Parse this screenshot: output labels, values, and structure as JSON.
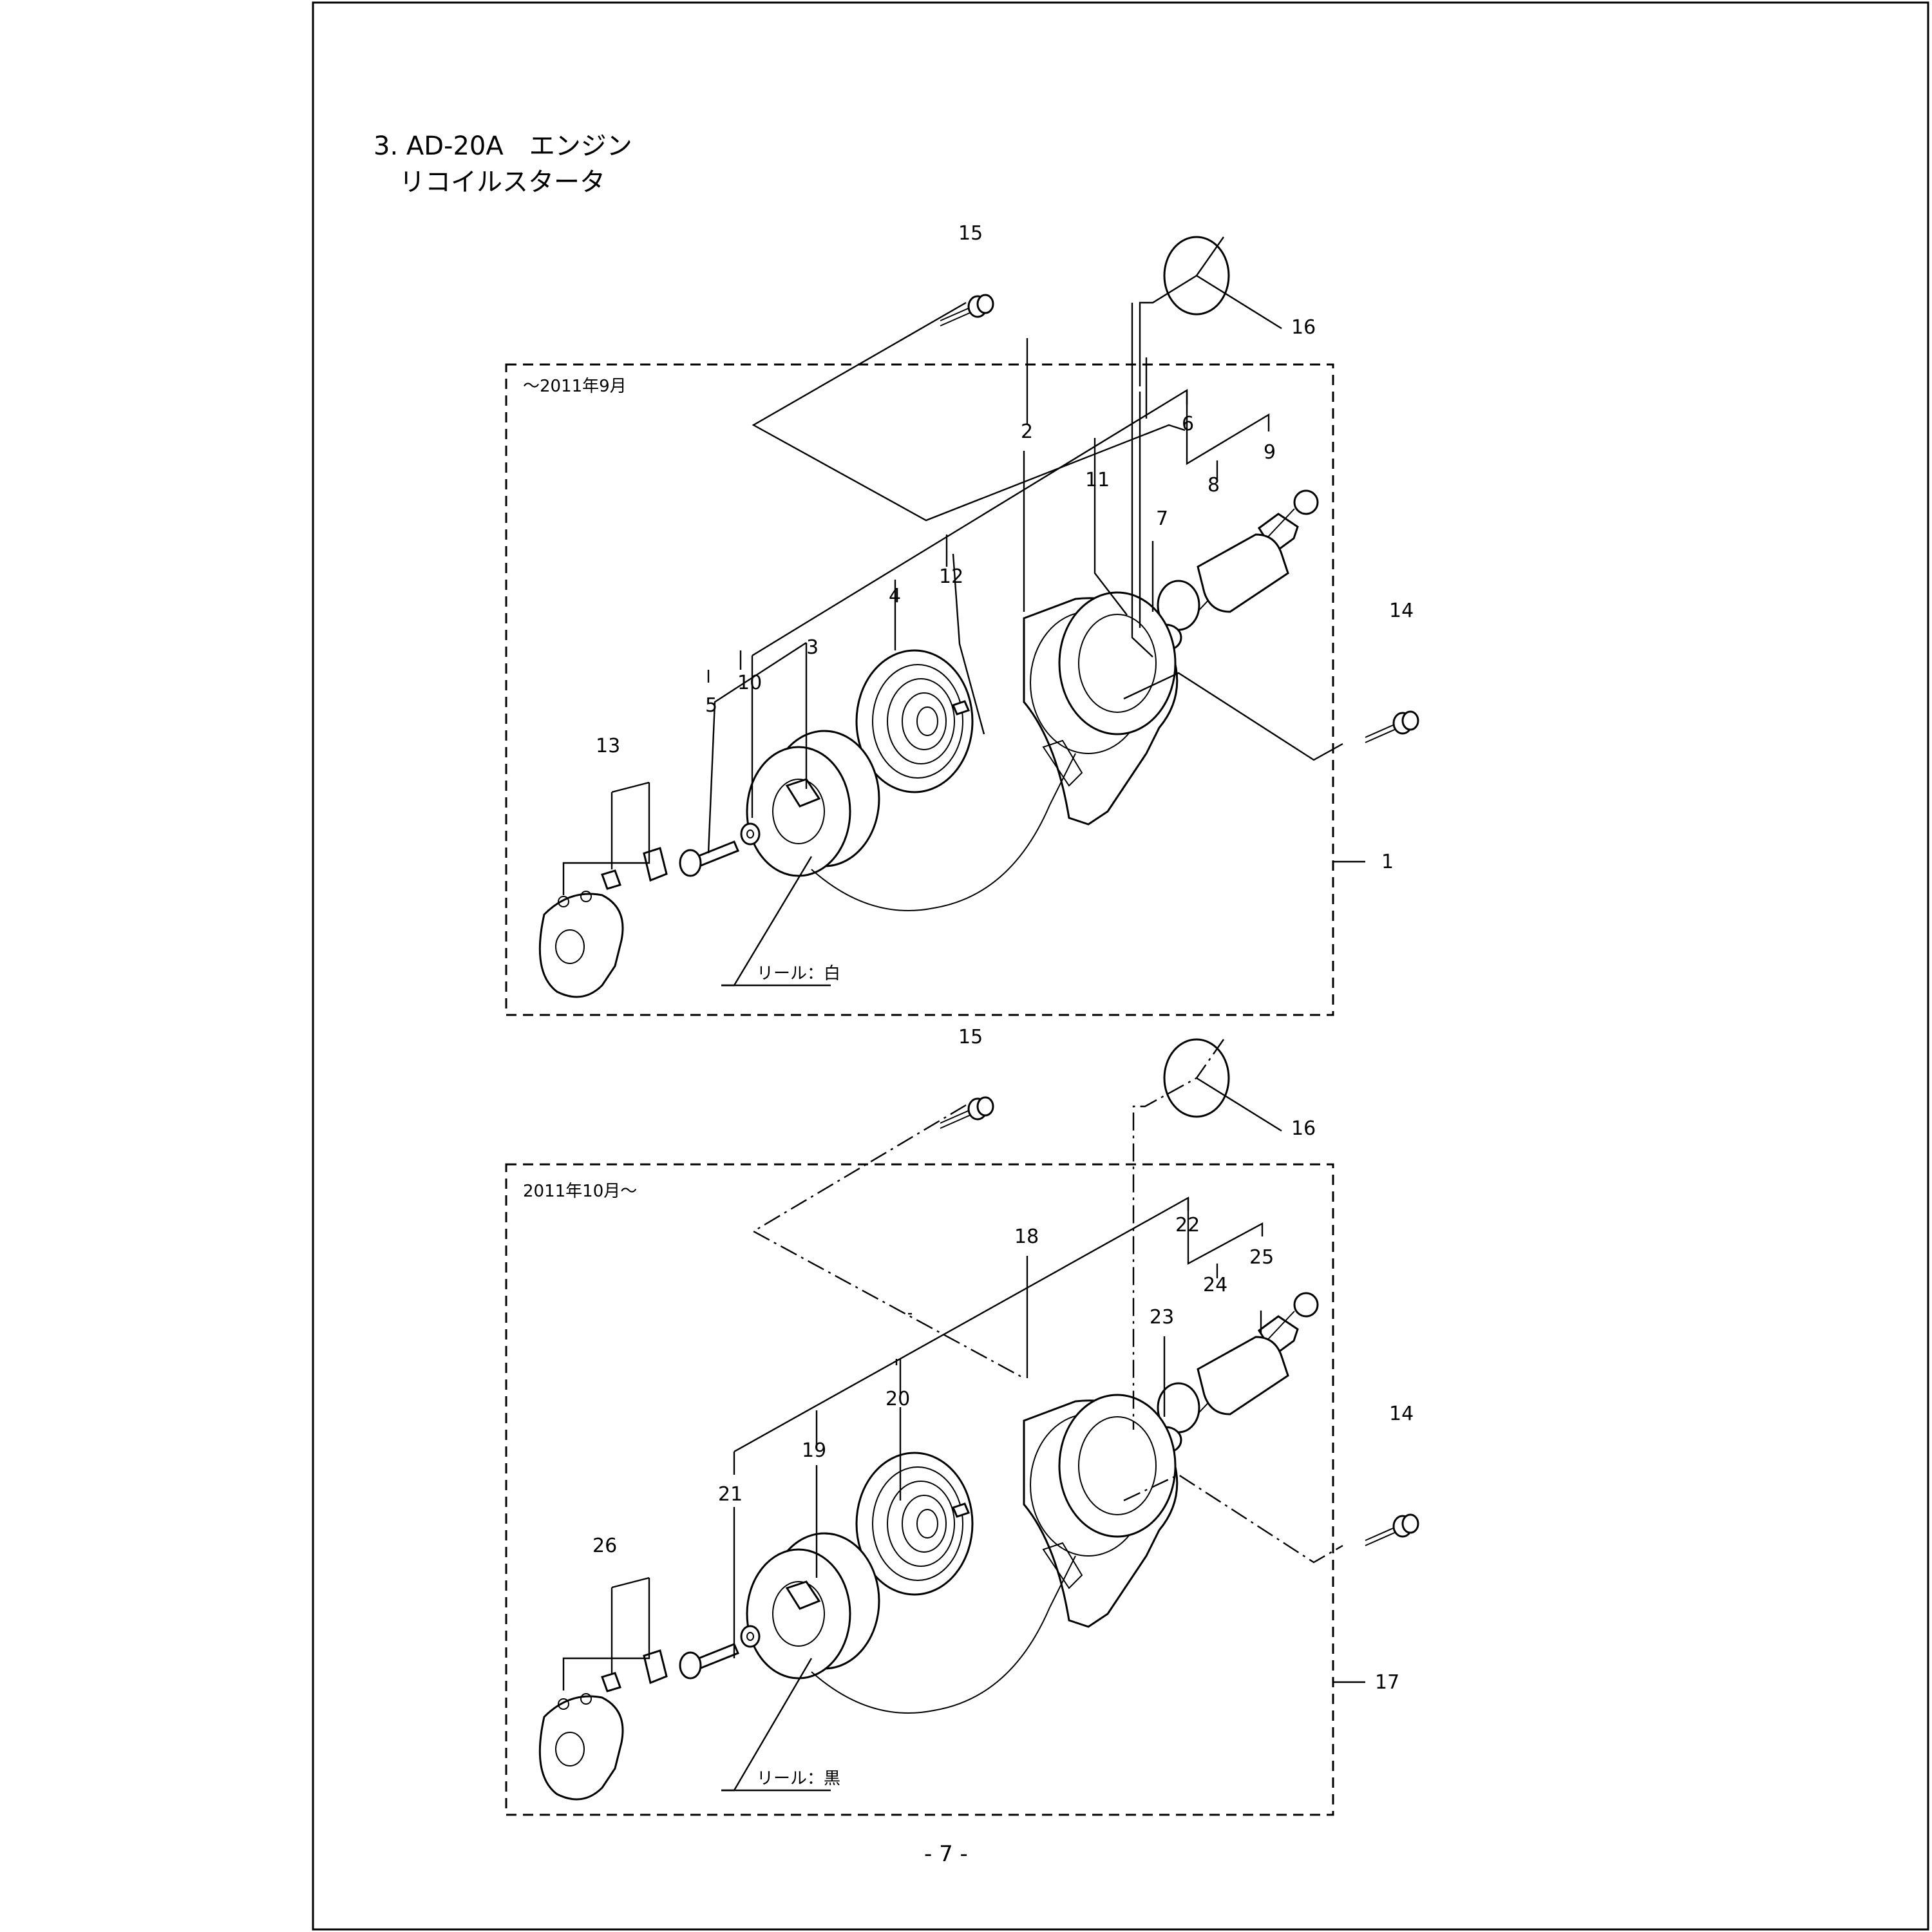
{
  "document": {
    "title_line1": "3. AD-20A　エンジン",
    "title_line2": "リコイルスタータ",
    "page_number": "- 7 -"
  },
  "upper_assembly": {
    "era_label": "～2011年9月",
    "reel_note": "リール：白",
    "callouts": {
      "c1": "1",
      "c2": "2",
      "c3": "3",
      "c4": "4",
      "c5": "5",
      "c6": "6",
      "c7": "7",
      "c8": "8",
      "c9": "9",
      "c10": "10",
      "c11": "11",
      "c12": "12",
      "c13": "13",
      "c14": "14",
      "c15": "15",
      "c16": "16"
    }
  },
  "lower_assembly": {
    "era_label": "2011年10月～",
    "reel_note": "リール：黒",
    "callouts": {
      "c14": "14",
      "c15": "15",
      "c16": "16",
      "c17": "17",
      "c18": "18",
      "c19": "19",
      "c20": "20",
      "c21": "21",
      "c22": "22",
      "c23": "23",
      "c24": "24",
      "c25": "25",
      "c26": "26"
    }
  }
}
